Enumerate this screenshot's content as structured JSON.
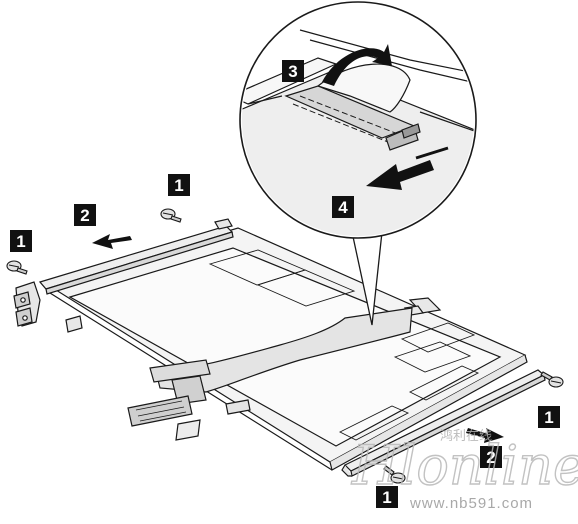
{
  "callouts": [
    {
      "id": "screw-top-center",
      "label": "1"
    },
    {
      "id": "screw-left",
      "label": "1"
    },
    {
      "id": "screw-right",
      "label": "1"
    },
    {
      "id": "screw-bottom",
      "label": "1"
    },
    {
      "id": "bracket-left",
      "label": "2"
    },
    {
      "id": "bracket-right",
      "label": "2"
    },
    {
      "id": "tape-detail",
      "label": "3"
    },
    {
      "id": "connector-detail",
      "label": "4"
    }
  ],
  "watermark": {
    "brand_script": "Hlonline",
    "url": "www.nb591.com",
    "cjk": "鸿利在线"
  },
  "colors": {
    "line": "#1a1a1a",
    "panel_fill": "#f2f2f2",
    "badge": "#111111",
    "watermark": "#a8a8a8"
  }
}
